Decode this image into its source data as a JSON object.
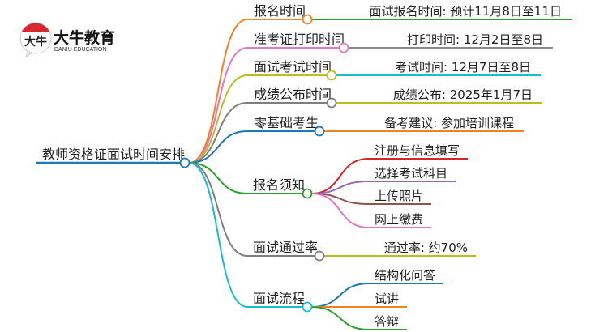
{
  "logo": {
    "mark_text": "大牛",
    "title": "大牛教育",
    "subtitle": "DANIU EDUCATION"
  },
  "root": {
    "label": "教师资格证面试时间安排",
    "color": "#1f77b4"
  },
  "branches": [
    {
      "label": "报名时间",
      "color": "#f58220",
      "children": [
        {
          "label": "面试报名时间: 预计11月8日至11日",
          "color": "#2ca02c"
        }
      ]
    },
    {
      "label": "准考证打印时间",
      "color": "#e377c2",
      "children": [
        {
          "label": "打印时间: 12月2日至8日",
          "color": "#8a8a8a"
        }
      ]
    },
    {
      "label": "面试考试时间",
      "color": "#bcbd22",
      "children": [
        {
          "label": "考试时间: 12月7日至8日",
          "color": "#17becf"
        }
      ]
    },
    {
      "label": "成绩公布时间",
      "color": "#7f7f7f",
      "children": [
        {
          "label": "成绩公布: 2025年1月7日",
          "color": "#bcbd22"
        }
      ]
    },
    {
      "label": "零基础考生",
      "color": "#1f77b4",
      "children": [
        {
          "label": "备考建议: 参加培训课程",
          "color": "#f58220"
        }
      ]
    },
    {
      "label": "报名须知",
      "color": "#2ca02c",
      "children": [
        {
          "label": "注册与信息填写",
          "color": "#d62728"
        },
        {
          "label": "选择考试科目",
          "color": "#9467bd"
        },
        {
          "label": "上传照片",
          "color": "#8c564b"
        },
        {
          "label": "网上缴费",
          "color": "#e377c2"
        }
      ]
    },
    {
      "label": "面试通过率",
      "color": "#7f7f7f",
      "children": [
        {
          "label": "通过率: 约70%",
          "color": "#bcbd22"
        }
      ]
    },
    {
      "label": "面试流程",
      "color": "#17becf",
      "children": [
        {
          "label": "结构化问答",
          "color": "#1f77b4"
        },
        {
          "label": "试讲",
          "color": "#f58220"
        },
        {
          "label": "答辩",
          "color": "#2ca02c"
        }
      ]
    }
  ]
}
